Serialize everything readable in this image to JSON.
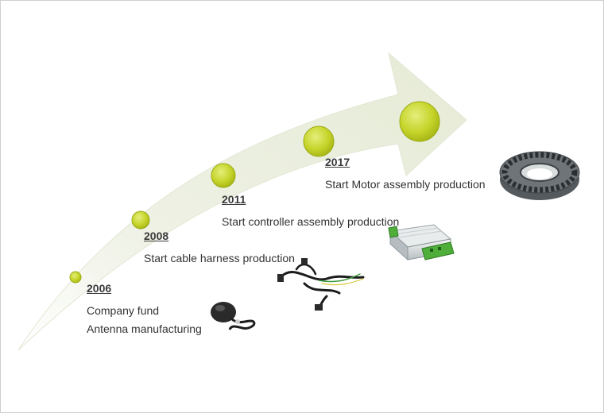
{
  "milestones": [
    {
      "year": "2006",
      "lines": [
        "Company fund",
        "Antenna manufacturing"
      ]
    },
    {
      "year": "2008",
      "lines": [
        "Start cable harness production"
      ]
    },
    {
      "year": "2011",
      "lines": [
        "Start controller assembly production"
      ]
    },
    {
      "year": "2017",
      "lines": [
        "Start Motor assembly production"
      ]
    }
  ],
  "colors": {
    "arrow": "#eef1e4",
    "arrow_edge": "#dfe5cf",
    "dot": "#c9d730",
    "dot_edge": "#9aab10",
    "text": "#333333",
    "frame": "#cfcfcf"
  },
  "icons": [
    "antenna-icon",
    "cable-harness-icon",
    "controller-icon",
    "motor-stator-icon"
  ]
}
